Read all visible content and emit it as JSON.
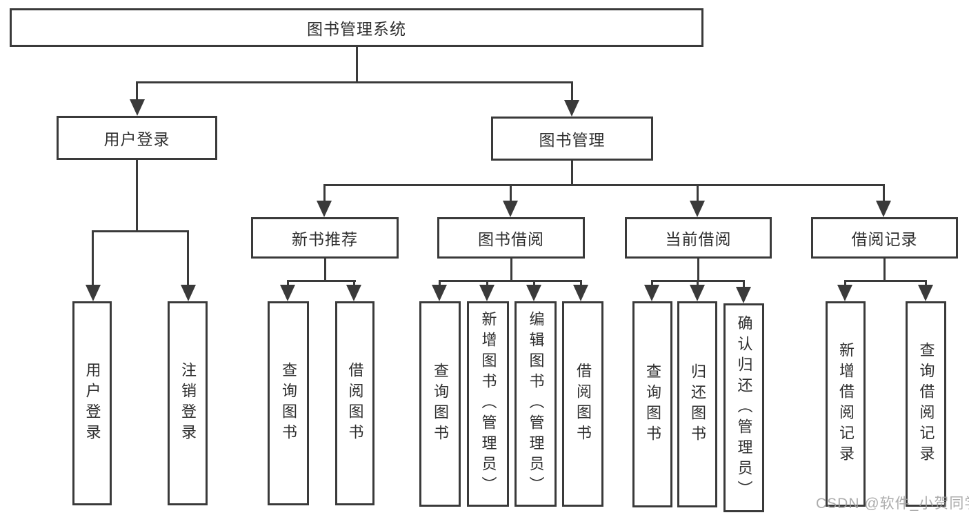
{
  "diagram": {
    "root": {
      "label": "图书管理系统"
    },
    "branches": [
      {
        "label": "用户登录"
      },
      {
        "label": "图书管理"
      }
    ],
    "modules": [
      {
        "label": "新书推荐"
      },
      {
        "label": "图书借阅"
      },
      {
        "label": "当前借阅"
      },
      {
        "label": "借阅记录"
      }
    ],
    "leaves": [
      {
        "label": "用户登录"
      },
      {
        "label": "注销登录"
      },
      {
        "label": "查询图书"
      },
      {
        "label": "借阅图书"
      },
      {
        "label": "查询图书"
      },
      {
        "label": "新增图书（管理员）"
      },
      {
        "label": "编辑图书（管理员）"
      },
      {
        "label": "借阅图书"
      },
      {
        "label": "查询图书"
      },
      {
        "label": "归还图书"
      },
      {
        "label": "确认归还（管理员）"
      },
      {
        "label": "新增借阅记录"
      },
      {
        "label": "查询借阅记录"
      }
    ],
    "colors": {
      "line": "#3a3a3a",
      "box_border": "#3a3a3a",
      "text": "#2f2f2f",
      "background": "#ffffff",
      "watermark": "#9e9e9e"
    }
  },
  "watermark": {
    "text": "CSDN @软件_小贺同学"
  }
}
